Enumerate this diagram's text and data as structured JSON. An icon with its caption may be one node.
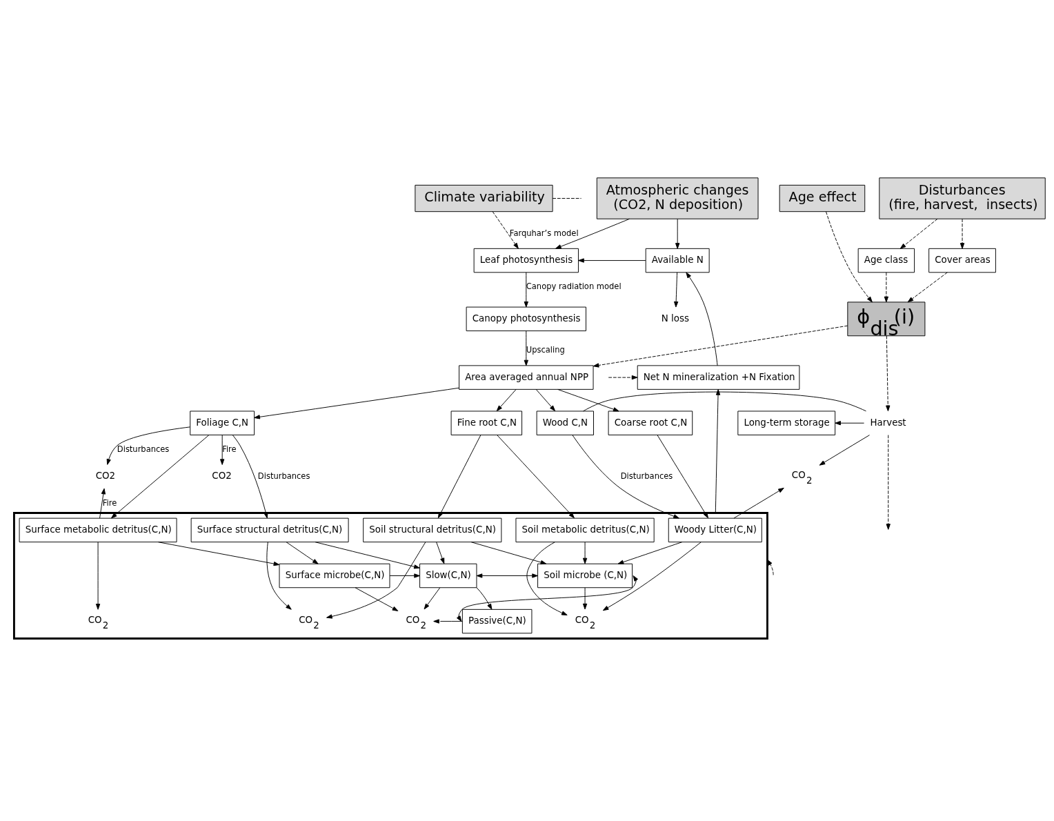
{
  "diagram": {
    "nodes": [
      {
        "text": [
          "Disturbances",
          "(fire, harvest,  insects)"
        ]
      },
      {
        "text": [
          "Age effect"
        ]
      },
      {
        "text": [
          "Climate variability"
        ]
      },
      {
        "text": [
          "Atmospheric changes",
          "(CO2, N deposition)"
        ]
      },
      {
        "text": [
          "Cover areas"
        ]
      },
      {
        "text": [
          "Age class"
        ]
      },
      {
        "text": [
          "ϕ$_{dis}$(i)"
        ]
      },
      {
        "text": [
          "Leaf photosynthesis"
        ]
      },
      {
        "text": [
          "Available N"
        ]
      },
      {
        "text": [
          "Canopy photosynthesis"
        ]
      },
      {
        "text": [
          "Area averaged annual NPP"
        ]
      },
      {
        "text": [
          "Net N mineralization +N Fixation"
        ]
      },
      {
        "text": [
          "Long-term storage"
        ]
      },
      {
        "text": [
          "Wood C,N"
        ]
      },
      {
        "text": [
          "Coarse root C,N"
        ]
      },
      {
        "text": [
          "Fine root C,N"
        ]
      },
      {
        "text": [
          "Foliage C,N"
        ]
      },
      {
        "text": [
          "Harvest"
        ]
      },
      {
        "text": [
          "CO$_{2}$"
        ]
      },
      {
        "text": [],
        "shape": "box"
      },
      {
        "text": [
          "Woody Litter(C,N)"
        ],
        "in": 19
      },
      {
        "text": [
          "Soil metabolic detritus(C,N)"
        ],
        "in": 19
      },
      {
        "text": [
          "Soil structural detritus(C,N)"
        ],
        "in": 19
      },
      {
        "text": [
          "Surface structural detritus(C,N)"
        ],
        "in": 19
      },
      {
        "text": [
          "Surface metabolic detritus(C,N)"
        ],
        "in": 19
      },
      {
        "text": [
          "CO2"
        ]
      },
      {
        "text": [
          "CO2"
        ]
      },
      {
        "text": [
          "CO$_{2}$"
        ],
        "in": 19
      },
      {
        "text": [
          "CO$_{2}$"
        ],
        "in": 19
      },
      {
        "text": [
          "CO$_{2}$"
        ],
        "in": 19
      },
      {
        "text": [
          "Soil microbe (C,N)"
        ],
        "in": 19
      },
      {
        "text": [
          "Slow(C,N)"
        ],
        "in": 19
      },
      {
        "text": [
          "Surface microbe(C,N)"
        ],
        "in": 19
      },
      {
        "text": [
          "CO$_{2}$"
        ],
        "in": 19
      },
      {
        "text": [
          "Passive(C,N)"
        ],
        "in": 19
      },
      {
        "text": [
          "N loss"
        ]
      }
    ],
    "edges": [
      {
        "from": 0,
        "to": 4,
        "arrow": "to",
        "style": "dashed"
      },
      {
        "from": 0,
        "to": 5,
        "arrow": "to",
        "style": "dashed"
      },
      {
        "from": 1,
        "to": 6,
        "arrow": "to",
        "style": "dashed"
      },
      {
        "from": 4,
        "to": 6,
        "arrow": "to",
        "style": "dashed"
      },
      {
        "from": 5,
        "to": 6,
        "arrow": "to",
        "style": "dashed"
      },
      {
        "from": 2,
        "to": 7,
        "arrow": "to",
        "style": "dashed",
        "label": "Farquhar’s model"
      },
      {
        "from": 2,
        "to": null,
        "arrow": "none",
        "style": "dashed"
      },
      {
        "from": 3,
        "to": 7,
        "arrow": "to"
      },
      {
        "from": 3,
        "to": 8,
        "arrow": "to"
      },
      {
        "from": 8,
        "to": 7,
        "arrow": "to"
      },
      {
        "from": 8,
        "to": 35,
        "arrow": "to"
      },
      {
        "from": 7,
        "to": 9,
        "arrow": "to",
        "label": "Canopy radiation model"
      },
      {
        "from": 9,
        "to": 10,
        "arrow": "to",
        "label": "Upscaling"
      },
      {
        "from": 6,
        "to": 10,
        "arrow": "to",
        "style": "dashed"
      },
      {
        "from": 11,
        "to": 8,
        "arrow": "to"
      },
      {
        "from": null,
        "to": 11,
        "arrow": "to",
        "style": "dashed"
      },
      {
        "from": 19,
        "to": 11,
        "arrow": "to"
      },
      {
        "from": null,
        "to": 19,
        "arrow": "to",
        "style": "dashed"
      },
      {
        "from": 10,
        "to": 13,
        "arrow": "to"
      },
      {
        "from": 10,
        "to": 14,
        "arrow": "to"
      },
      {
        "from": 10,
        "to": 15,
        "arrow": "to"
      },
      {
        "from": 10,
        "to": 16,
        "arrow": "to"
      },
      {
        "from": 6,
        "to": 17,
        "arrow": "to",
        "style": "dashed"
      },
      {
        "from": 13,
        "to": 17,
        "arrow": "none"
      },
      {
        "from": 17,
        "to": 12,
        "arrow": "to"
      },
      {
        "from": 17,
        "to": 18,
        "arrow": "to"
      },
      {
        "from": 17,
        "to": null,
        "arrow": "to",
        "style": "dashed"
      },
      {
        "from": 13,
        "to": 20,
        "arrow": "to",
        "label": "Disturbances"
      },
      {
        "from": 20,
        "to": 18,
        "arrow": "to"
      },
      {
        "from": 14,
        "to": 20,
        "arrow": "to"
      },
      {
        "from": 15,
        "to": 21,
        "arrow": "to"
      },
      {
        "from": 15,
        "to": 22,
        "arrow": "to"
      },
      {
        "from": 16,
        "to": 23,
        "arrow": "to",
        "label": "Disturbances"
      },
      {
        "from": 16,
        "to": 25,
        "arrow": "to",
        "label": "Fire"
      },
      {
        "from": 16,
        "to": 24,
        "arrow": "to"
      },
      {
        "from": 16,
        "to": 26,
        "arrow": "to",
        "label": "Disturbances"
      },
      {
        "from": 24,
        "to": 26,
        "arrow": "to",
        "label": "Fire"
      },
      {
        "from": 20,
        "to": 27,
        "arrow": "to"
      },
      {
        "from": 20,
        "to": 30,
        "arrow": "to"
      },
      {
        "from": 21,
        "to": 27,
        "arrow": "to"
      },
      {
        "from": 21,
        "to": 30,
        "arrow": "to"
      },
      {
        "from": 22,
        "to": 30,
        "arrow": "to"
      },
      {
        "from": 22,
        "to": 31,
        "arrow": "to"
      },
      {
        "from": 22,
        "to": 28,
        "arrow": "to"
      },
      {
        "from": 23,
        "to": 28,
        "arrow": "to"
      },
      {
        "from": 23,
        "to": 31,
        "arrow": "to"
      },
      {
        "from": 23,
        "to": 32,
        "arrow": "to"
      },
      {
        "from": 24,
        "to": 32,
        "arrow": "to"
      },
      {
        "from": 24,
        "to": 29,
        "arrow": "to"
      },
      {
        "from": 30,
        "to": 27,
        "arrow": "to"
      },
      {
        "from": 30,
        "to": 31,
        "arrow": "both"
      },
      {
        "from": 30,
        "to": 34,
        "arrow": "both"
      },
      {
        "from": 31,
        "to": 34,
        "arrow": "to"
      },
      {
        "from": 31,
        "to": 33,
        "arrow": "to"
      },
      {
        "from": 32,
        "to": 31,
        "arrow": "to"
      },
      {
        "from": 32,
        "to": 33,
        "arrow": "to"
      },
      {
        "from": 34,
        "to": 33,
        "arrow": "to"
      }
    ]
  }
}
